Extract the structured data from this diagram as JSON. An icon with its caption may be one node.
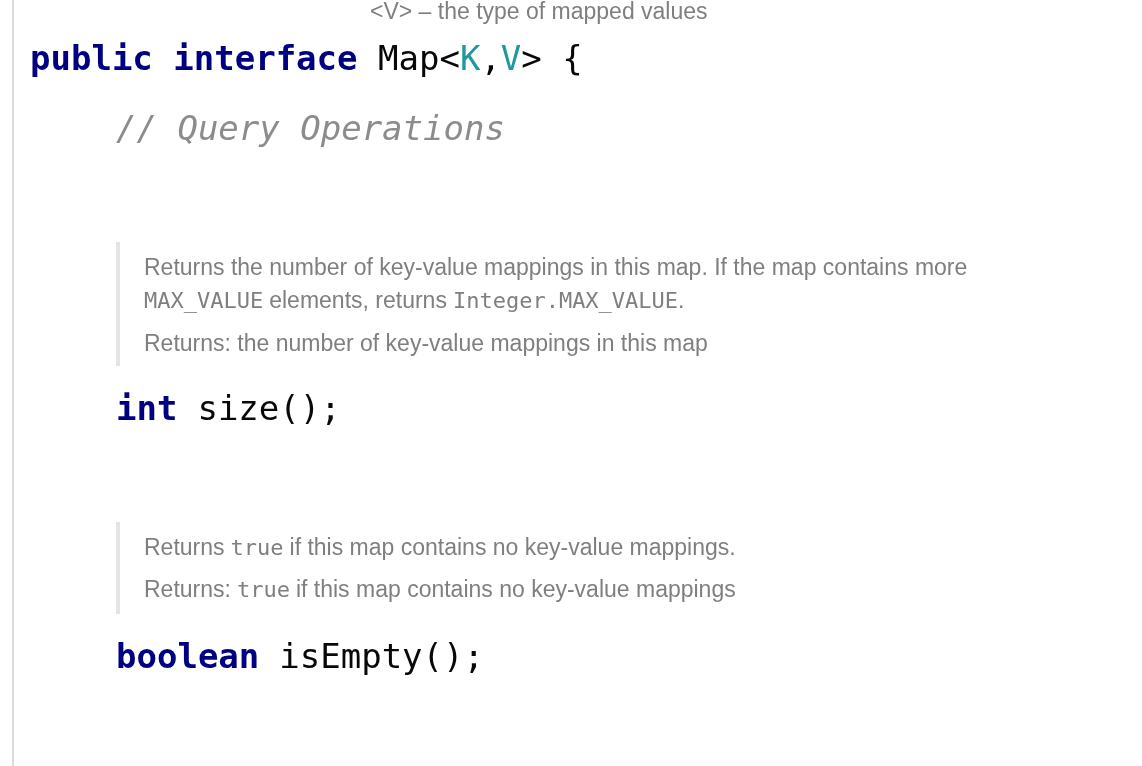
{
  "diagram": {
    "labels": [
      "<V> – the type of mapped values",
      "public interface",
      "Map<",
      "K",
      ",",
      "V",
      "> {",
      "// Query Operations",
      "Returns the number of key-value mappings in this map. If the map contains more",
      "MAX_VALUE",
      "elements, returns",
      "Integer.MAX_VALUE",
      ".",
      "Returns: the number of key-value mappings in this map",
      "int",
      "size();",
      "Returns",
      "true",
      "if this map contains no key-value mappings.",
      "Returns:",
      "true",
      "if this map contains no key-value mappings",
      "boolean",
      "isEmpty();"
    ]
  }
}
